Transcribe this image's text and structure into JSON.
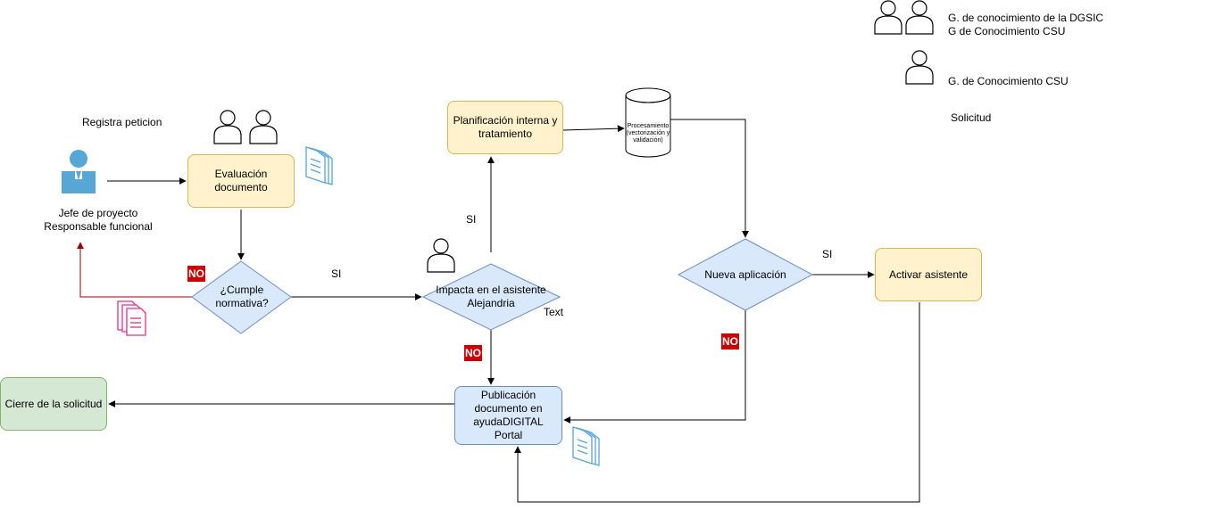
{
  "legend": {
    "line1": "G. de conocimiento de la DGSIC",
    "line2": "G de Conocimiento CSU",
    "line3": "G. de Conocimiento CSU",
    "line4": "Solicitud"
  },
  "actor": {
    "top_label": "Registra peticion",
    "name_line1": "Jefe de proyecto",
    "name_line2": "Responsable funcional"
  },
  "nodes": {
    "evaluacion": "Evaluación documento",
    "cumple": "¿Cumple normativa?",
    "impacta": "Impacta en el asistente Alejandria",
    "planificacion": "Planificación interna y tratamiento",
    "procesamiento": "Procesamiento (vectorización y validación)",
    "nueva_aplicacion": "Nueva aplicación",
    "activar": "Activar asistente",
    "publicacion": "Publicación documento en ayudaDIGITAL Portal",
    "cierre": "Cierre de la solicitud"
  },
  "edge_labels": {
    "si_cumple": "SI",
    "si_impacta": "SI",
    "si_nueva": "SI",
    "no_cumple": "NO",
    "no_impacta": "NO",
    "no_nueva": "NO",
    "text": "Text"
  },
  "colors": {
    "accent_blue": "#56a6d6",
    "doc_pink": "#e0308a",
    "error_red": "#cc0000",
    "back_arrow": "#990000"
  }
}
